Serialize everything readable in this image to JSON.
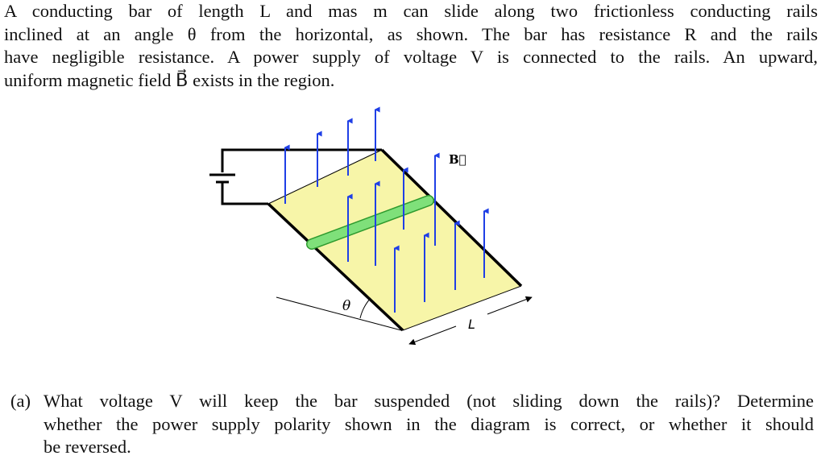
{
  "intro": {
    "lines": [
      "A conducting bar of length L and mas m can slide along two frictionless conducting rails",
      "inclined at an angle θ from the horizontal, as shown. The bar has resistance R and the rails",
      "have negligible resistance. A power supply of voltage V is connected to the rails. An upward,",
      "uniform magnetic field B⃗ exists in the region."
    ]
  },
  "diagram": {
    "field_label": "B⃗",
    "angle_label": "θ",
    "length_label": "L",
    "colors": {
      "plane": "#f7f5a8",
      "bar": "#7fe07a",
      "bar_stroke": "#2e9a2e",
      "field_arrows": "#1f3fe6",
      "rails": "#000000"
    }
  },
  "question": {
    "label": "(a)",
    "lines": [
      "What voltage V will keep the bar suspended (not sliding down the rails)? Determine",
      "whether the power supply polarity shown in the diagram is correct, or whether it should",
      "be reversed."
    ]
  }
}
